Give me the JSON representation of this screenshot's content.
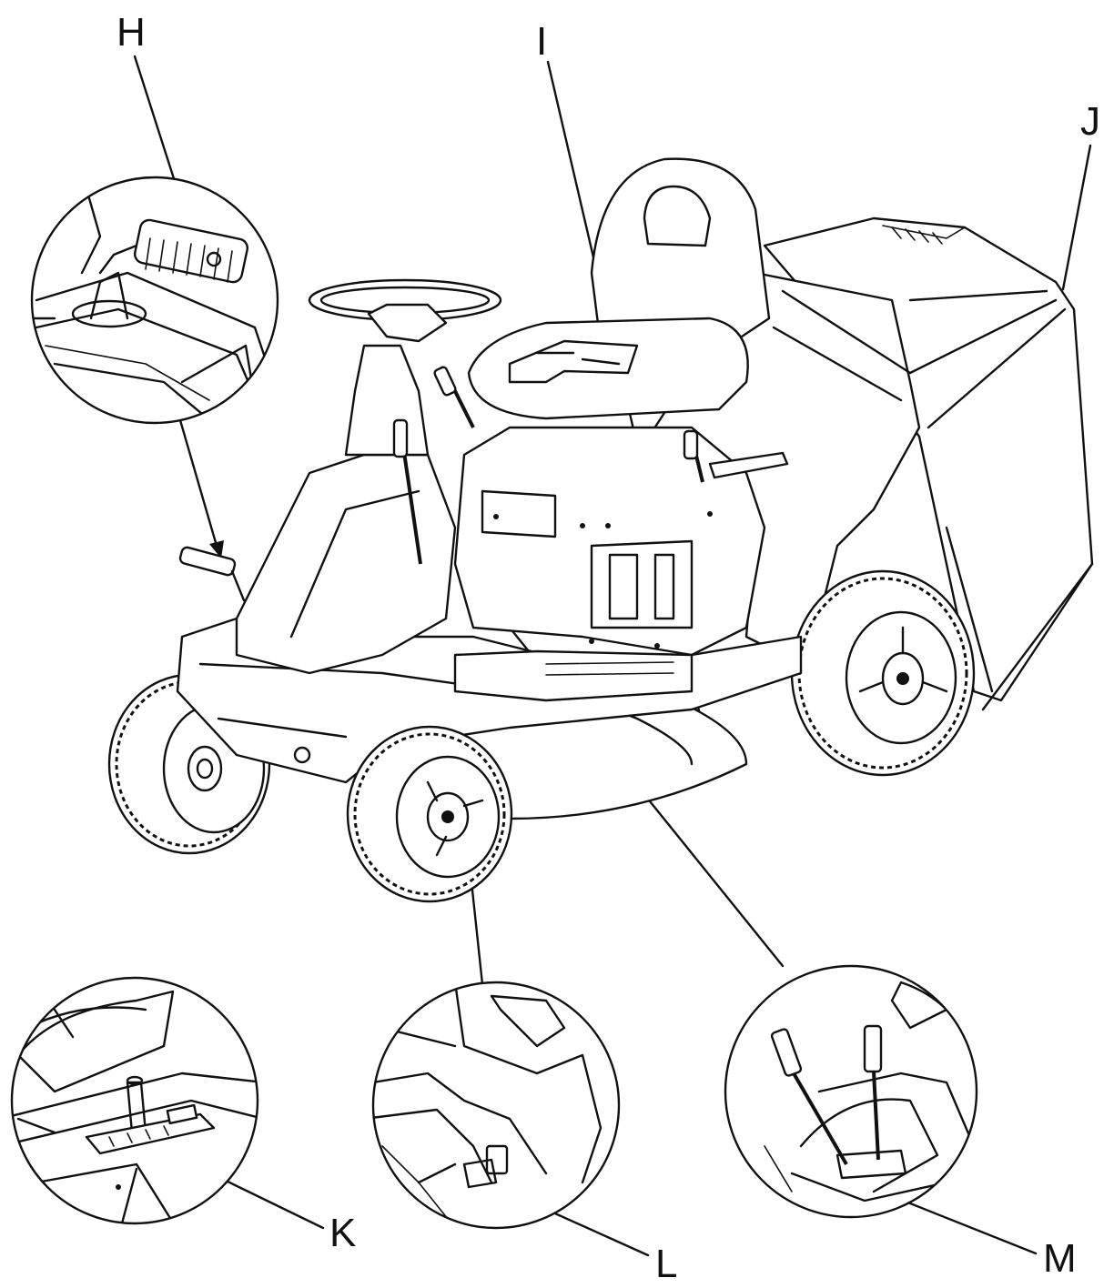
{
  "labels": {
    "H": "H",
    "I": "I",
    "J": "J",
    "K": "K",
    "L": "L",
    "M": "M"
  },
  "colors": {
    "line": "#111111",
    "background": "#ffffff"
  }
}
